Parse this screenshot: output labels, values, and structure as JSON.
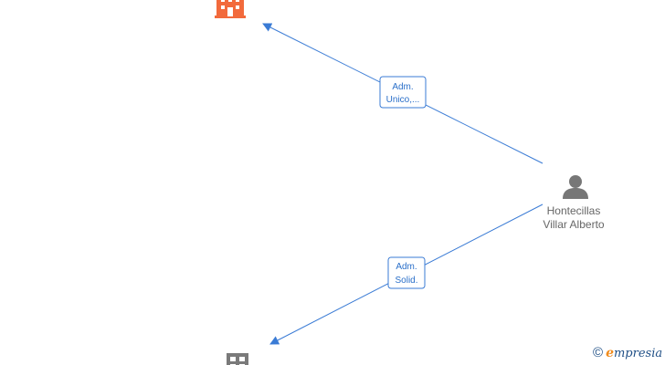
{
  "nodes": {
    "company_top": {
      "icon": "building-icon",
      "color": "#f26a3c"
    },
    "company_bottom": {
      "icon": "building-icon",
      "color": "#7a7a7a"
    },
    "person": {
      "icon": "person-icon",
      "color": "#777777",
      "name_line1": "Hontecillas",
      "name_line2": "Villar Alberto"
    }
  },
  "edges": {
    "top": {
      "label_line1": "Adm.",
      "label_line2": "Unico,..."
    },
    "bottom": {
      "label_line1": "Adm.",
      "label_line2": "Solid."
    }
  },
  "colors": {
    "edge": "#3a7bd5",
    "label_border": "#3a7bd5",
    "label_text": "#2a6fc9"
  },
  "watermark": {
    "copyright": "©",
    "brand_initial": "e",
    "brand_rest": "mpresia"
  }
}
